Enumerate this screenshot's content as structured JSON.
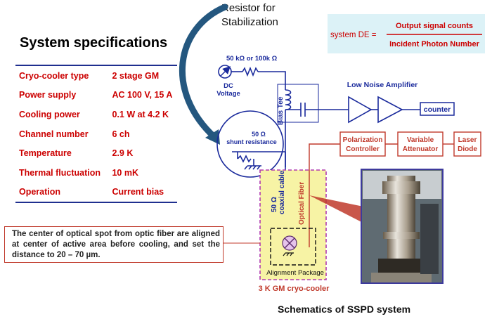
{
  "specs": {
    "title": "System specifications",
    "rows": [
      {
        "label": "Cryo-cooler type",
        "value": "2 stage GM"
      },
      {
        "label": "Power supply",
        "value": "AC 100 V, 15 A"
      },
      {
        "label": "Cooling power",
        "value": "0.1 W at 4.2 K"
      },
      {
        "label": "Channel number",
        "value": "6 ch"
      },
      {
        "label": "Temperature",
        "value": "2.9 K"
      },
      {
        "label": "Thermal fluctuation",
        "value": "10 mK"
      },
      {
        "label": "Operation",
        "value": "Current bias"
      }
    ]
  },
  "note": "The center of optical spot from optic fiber are aligned at center of active area before cooling, and set the distance to 20 – 70 µm.",
  "resistor_label": {
    "line1": "Resistor for",
    "line2": "Stabilization"
  },
  "formula": {
    "lhs": "system DE =",
    "numerator": "Output signal counts",
    "denominator": "Incident Photon Number"
  },
  "circuit": {
    "resistor_value": "50 kΩ or 100k Ω",
    "dc_voltage_line1": "DC",
    "dc_voltage_line2": "Voltage",
    "bias_tee": "Bias Tee",
    "shunt_line1": "50 Ω",
    "shunt_line2": "shunt resistance",
    "lna": "Low Noise Amplifier",
    "counter": "counter",
    "coax_line1": "50 Ω",
    "coax_line2": "coaxial cable",
    "optical_fiber": "Optical Fiber",
    "polarization_line1": "Polarization",
    "polarization_line2": "Controller",
    "attenuator_line1": "Variable",
    "attenuator_line2": "Attenuator",
    "laser_line1": "Laser",
    "laser_line2": "Diode",
    "alignment": "Alignment Package",
    "cryo": "3 K GM cryo-cooler"
  },
  "caption": "Schematics of SSPD system",
  "colors": {
    "spec_text": "#cc0000",
    "wire": "#1a2a9c",
    "fiber": "#c0392b",
    "package_fill": "#f7f3a5",
    "package_border": "#b03ab0"
  }
}
